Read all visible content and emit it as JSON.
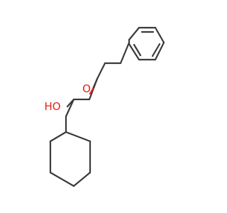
{
  "molecule": {
    "atoms": {
      "carbonyl_oxygen": {
        "label": "O",
        "color": "#e8211c"
      },
      "hydroxyl_group": {
        "label": "HO",
        "color": "#e8211c"
      }
    },
    "bond_color": "#3a3a3a",
    "rings": [
      "phenyl",
      "cyclohexyl"
    ]
  }
}
